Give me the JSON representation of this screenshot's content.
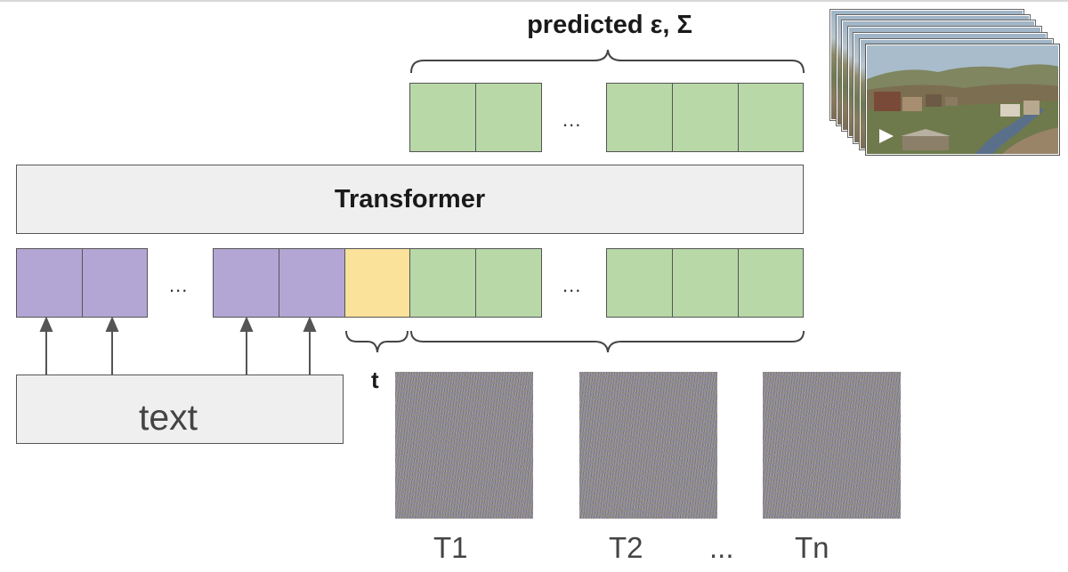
{
  "title": "predicted ε, Σ",
  "transformer_label": "Transformer",
  "text_label": "text",
  "t_label": "t",
  "ellipsis": "...",
  "noise_labels": [
    "T1",
    "T2",
    "Tn"
  ],
  "noise_ellipsis": "...",
  "colors": {
    "video_token": "#b8d8a8",
    "text_token": "#b3a6d4",
    "timestep_token": "#fbe29a",
    "box_fill": "#efefef",
    "border": "#555555"
  },
  "icons": {
    "play": "play-icon"
  }
}
